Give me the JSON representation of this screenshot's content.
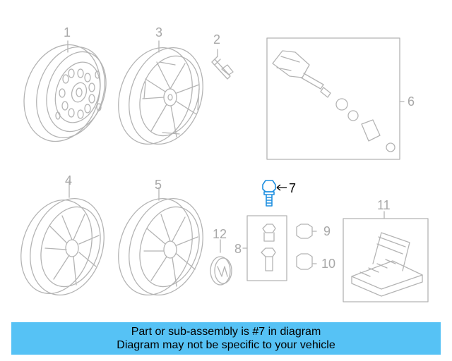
{
  "callouts": {
    "c1": "1",
    "c2": "2",
    "c3": "3",
    "c4": "4",
    "c5": "5",
    "c6": "6",
    "c7": "7",
    "c8": "8",
    "c9": "9",
    "c10": "10",
    "c11": "11",
    "c12": "12"
  },
  "banner": {
    "line1": "Part or sub-assembly is #7 in diagram",
    "line2": "Diagram may not be specific to your vehicle"
  },
  "colors": {
    "line_gray": "#b4b4b4",
    "highlight_blue": "#1e8fe0",
    "banner_bg": "#56c2f5"
  }
}
